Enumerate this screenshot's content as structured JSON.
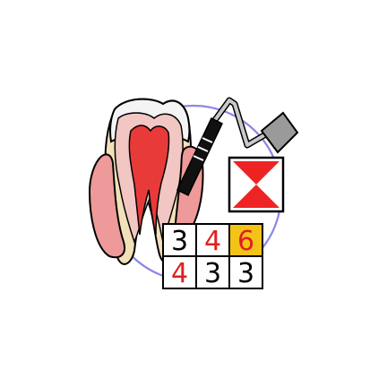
{
  "icon": {
    "name": "periodontal-chart-app-icon",
    "colors": {
      "circle_stroke": "#8b86e8",
      "enamel": "#f4f4f4",
      "crown_dentin": "#f2c6c2",
      "pulp": "#e93a3a",
      "root_dentin": "#f1e0b8",
      "gum": "#ee9a9a",
      "probe_body": "#111111",
      "probe_wire": "#c9c9c9",
      "probe_handle": "#9a9a9a",
      "mirror_red": "#ee2424",
      "highlight_cell": "#f3c417",
      "grid_line": "#000000"
    }
  },
  "chart": {
    "rows": [
      [
        {
          "value": "3",
          "color": "#000000",
          "highlight": false
        },
        {
          "value": "4",
          "color": "#e02020",
          "highlight": false
        },
        {
          "value": "6",
          "color": "#e02020",
          "highlight": true
        }
      ],
      [
        {
          "value": "4",
          "color": "#e02020",
          "highlight": false
        },
        {
          "value": "3",
          "color": "#000000",
          "highlight": false
        },
        {
          "value": "3",
          "color": "#000000",
          "highlight": false
        }
      ]
    ]
  }
}
